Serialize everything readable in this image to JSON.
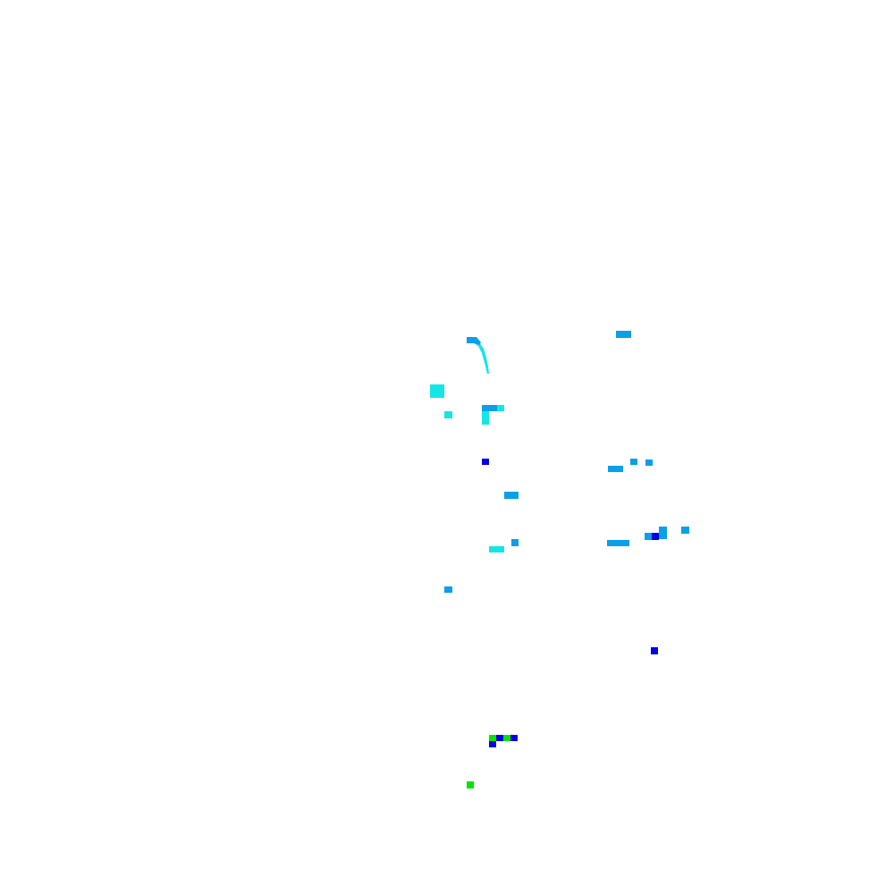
{
  "palette": {
    "background": "#ffffff",
    "cyan": "#14e6e6",
    "sky": "#0a9fe8",
    "blue": "#0000e6",
    "green": "#00e600"
  },
  "marks": [
    {
      "name": "sky-blob",
      "color": "sky"
    },
    {
      "name": "sky-blob",
      "color": "sky"
    },
    {
      "name": "cyan-blob",
      "color": "cyan"
    },
    {
      "name": "cyan-blob",
      "color": "cyan"
    },
    {
      "name": "sky-blob",
      "color": "sky"
    },
    {
      "name": "cyan-blob",
      "color": "cyan"
    },
    {
      "name": "cyan-blob",
      "color": "cyan"
    },
    {
      "name": "blue-blob",
      "color": "blue"
    },
    {
      "name": "sky-blob",
      "color": "sky"
    },
    {
      "name": "sky-blob",
      "color": "sky"
    },
    {
      "name": "sky-blob",
      "color": "sky"
    },
    {
      "name": "sky-blob",
      "color": "sky"
    },
    {
      "name": "sky-blob",
      "color": "sky"
    },
    {
      "name": "cyan-blob",
      "color": "cyan"
    },
    {
      "name": "sky-blob",
      "color": "sky"
    },
    {
      "name": "sky-blob",
      "color": "sky"
    },
    {
      "name": "sky-blob",
      "color": "sky"
    },
    {
      "name": "blue-blob",
      "color": "blue"
    },
    {
      "name": "sky-blob",
      "color": "sky"
    },
    {
      "name": "sky-blob",
      "color": "sky"
    },
    {
      "name": "blue-blob",
      "color": "blue"
    },
    {
      "name": "green-blob",
      "color": "green"
    },
    {
      "name": "blue-blob",
      "color": "blue"
    },
    {
      "name": "green-blob",
      "color": "green"
    },
    {
      "name": "blue-blob",
      "color": "blue"
    },
    {
      "name": "blue-blob",
      "color": "blue"
    },
    {
      "name": "green-blob",
      "color": "green"
    }
  ]
}
